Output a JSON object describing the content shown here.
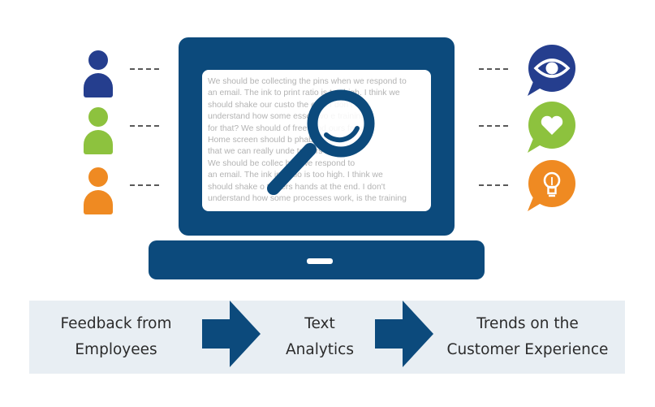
{
  "colors": {
    "navy": "#0c4a7c",
    "person_1": "#253e8e",
    "person_2": "#8dc23e",
    "person_3": "#ef8a22",
    "bubble_1": "#253e8e",
    "bubble_2": "#8dc23e",
    "bubble_3": "#ef8a22",
    "band": "#e8eef3"
  },
  "icons": {
    "people": [
      "person-icon",
      "person-icon",
      "person-icon"
    ],
    "bubbles": [
      "eye-icon",
      "heart-icon",
      "lightbulb-icon"
    ],
    "center": "magnifying-glass-icon"
  },
  "screen_text": [
    "We should be collecting the pins when we respond to",
    "an email. The ink to print ratio is too high. I think we",
    "should shake our custo                  the end. I don't",
    "understand how some       esses wo        e training",
    "for that? We should of         free prod        ours fails.",
    "Home screen should b                            phabet so",
    "that we can really unde                 tomers request",
    "We should be collec                  hen we respond to",
    "an email. The ink       int ratio is too high. I think we",
    "should shake o       tomers hands at the end. I don't",
    "understand how some processes work, is the training"
  ],
  "flow": [
    {
      "line1": "Feedback from",
      "line2": "Employees"
    },
    {
      "line1": "Text",
      "line2": "Analytics"
    },
    {
      "line1": "Trends on the",
      "line2": "Customer Experience"
    }
  ]
}
